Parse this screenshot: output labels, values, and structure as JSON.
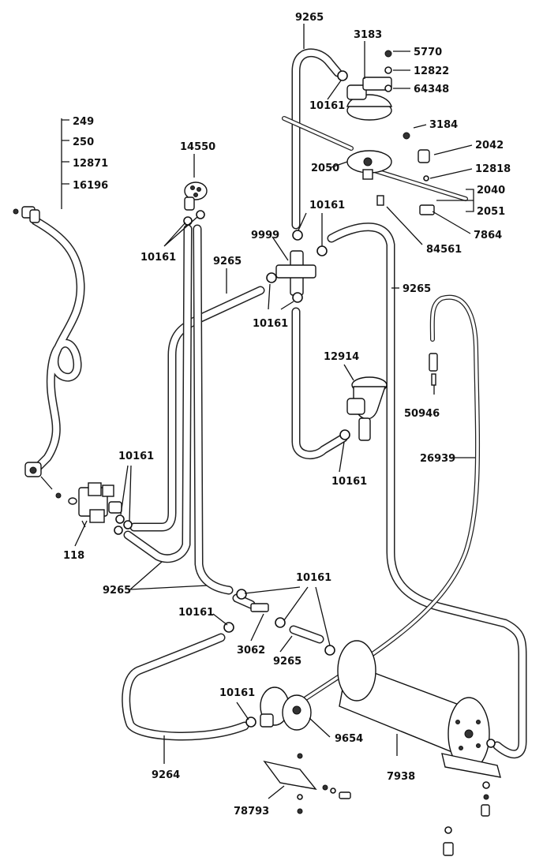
{
  "labels": {
    "p9265_top": "9265",
    "p3183": "3183",
    "p5770": "5770",
    "p12822": "12822",
    "p64348": "64348",
    "p10161_a": "10161",
    "p3184": "3184",
    "p2042": "2042",
    "p2050": "2050",
    "p12818": "12818",
    "p2040": "2040",
    "p2051": "2051",
    "p7864": "7864",
    "p84561": "84561",
    "p249": "249",
    "p250": "250",
    "p12871": "12871",
    "p16196": "16196",
    "p14550": "14550",
    "p10161_b": "10161",
    "p10161_c": "10161",
    "p9999": "9999",
    "p9265_mid": "9265",
    "p10161_d": "10161",
    "p9265_right": "9265",
    "p12914": "12914",
    "p50946": "50946",
    "p10161_e": "10161",
    "p26939": "26939",
    "p10161_f": "10161",
    "p118": "118",
    "p9265_left": "9265",
    "p10161_g": "10161",
    "p10161_h": "10161",
    "p3062": "3062",
    "p9265_low": "9265",
    "p10161_i": "10161",
    "p9654": "9654",
    "p7938": "7938",
    "p9264": "9264",
    "p78793": "78793"
  }
}
